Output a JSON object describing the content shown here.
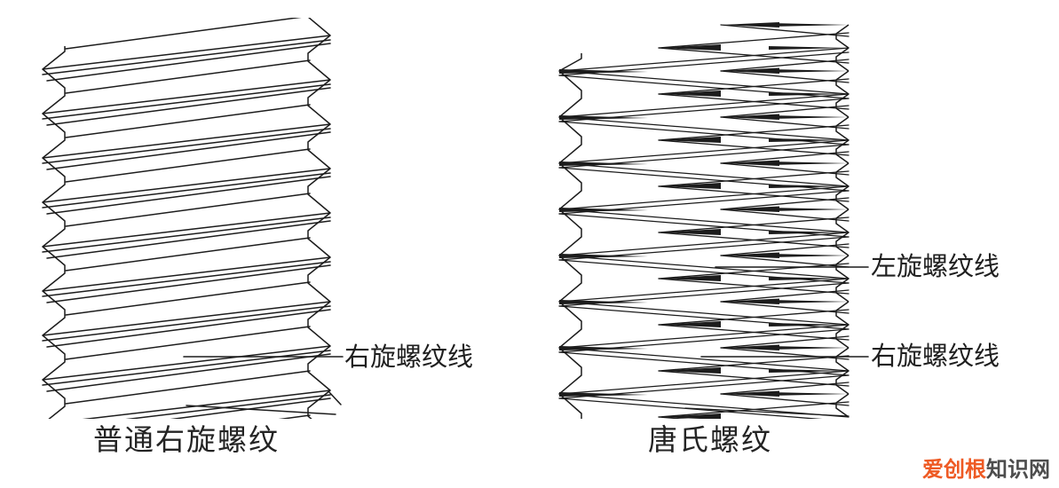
{
  "page": {
    "background": "#ffffff",
    "line_color": "#1c1c1c",
    "text_color": "#1f1f1f"
  },
  "figures": {
    "ordinary_thread": {
      "caption": "普通右旋螺纹",
      "callouts": [
        {
          "label": "右旋螺纹线"
        }
      ]
    },
    "tang_thread": {
      "caption": "唐氏螺纹",
      "callouts": [
        {
          "label": "左旋螺纹线"
        },
        {
          "label": "右旋螺纹线"
        }
      ]
    }
  },
  "watermark": {
    "brand": "爱创根",
    "suffix": "知识网",
    "brand_color": "#ee5a24",
    "suffix_color": "#4d4d4d"
  }
}
